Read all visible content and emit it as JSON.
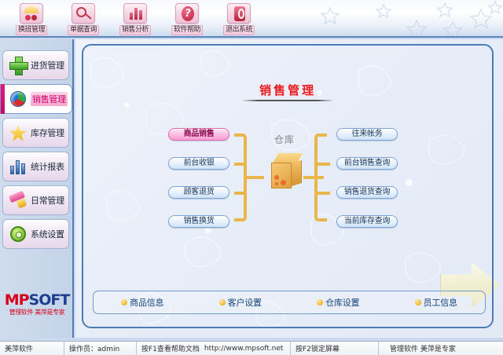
{
  "app": {
    "name": "MPSOFT"
  },
  "toolbar": {
    "buttons": [
      {
        "label": "换班管理",
        "icon": "shift-change-icon"
      },
      {
        "label": "单据查询",
        "icon": "document-search-icon"
      },
      {
        "label": "销售分析",
        "icon": "bar-chart-icon"
      },
      {
        "label": "软件帮助",
        "icon": "help-question-icon"
      },
      {
        "label": "退出系统",
        "icon": "power-exit-icon"
      }
    ]
  },
  "sidebar": {
    "items": [
      {
        "label": "进货管理",
        "icon": "green-plus-icon",
        "active": false
      },
      {
        "label": "销售管理",
        "icon": "color-globe-icon",
        "active": true
      },
      {
        "label": "库存管理",
        "icon": "yellow-star-icon",
        "active": false
      },
      {
        "label": "统计报表",
        "icon": "bar-chart-icon",
        "active": false
      },
      {
        "label": "日常管理",
        "icon": "brush-icon",
        "active": false
      },
      {
        "label": "系统设置",
        "icon": "gear-icon",
        "active": false
      }
    ]
  },
  "logo": {
    "mark_primary": "MP",
    "mark_secondary": "SOFT",
    "tagline": "管理软件 美萍是专家"
  },
  "main": {
    "title": "销售管理",
    "center": {
      "label": "仓库",
      "icon": "warehouse-box-icon"
    },
    "left_actions": [
      {
        "label": "商品销售",
        "highlighted": true
      },
      {
        "label": "前台收银",
        "highlighted": false
      },
      {
        "label": "顾客退货",
        "highlighted": false
      },
      {
        "label": "销售换货",
        "highlighted": false
      }
    ],
    "right_actions": [
      {
        "label": "往来帐务",
        "highlighted": false
      },
      {
        "label": "前台销售查询",
        "highlighted": false
      },
      {
        "label": "销售退货查询",
        "highlighted": false
      },
      {
        "label": "当前库存查询",
        "highlighted": false
      }
    ],
    "bottom_links": [
      {
        "label": "商品信息"
      },
      {
        "label": "客户设置"
      },
      {
        "label": "仓库设置"
      },
      {
        "label": "员工信息"
      }
    ]
  },
  "statusbar": {
    "product": "美萍软件",
    "operator": "操作员：admin",
    "help_hint": "按F1查看帮助文档",
    "url": "http://www.mpsoft.net",
    "lock_hint": "按F2锁定屏幕",
    "slogan": "管理软件 美萍是专家"
  },
  "colors": {
    "accent_red": "#e32128",
    "accent_magenta": "#d1006b",
    "panel_border": "#4c7cb6",
    "connector_gold": "#e8b64b"
  }
}
